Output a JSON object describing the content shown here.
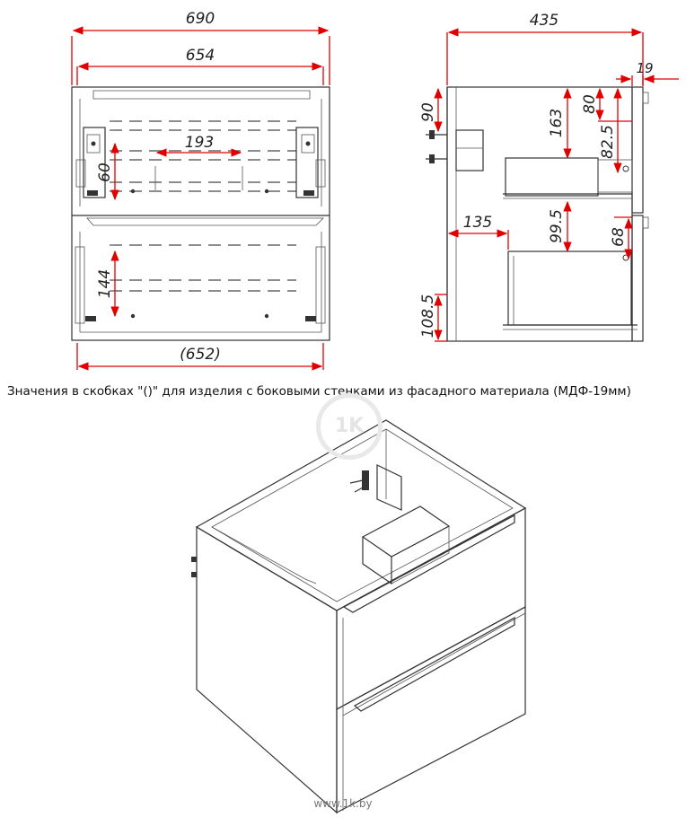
{
  "front_view": {
    "dims": {
      "overall_width": "690",
      "body_width": "654",
      "bracket_spacing": "193",
      "bracket_height": "60",
      "lower_hole_height": "144",
      "alt_width": "(652)"
    }
  },
  "side_view": {
    "dims": {
      "depth": "435",
      "front_thickness": "19",
      "top_offset": "90",
      "drawer1_height": "163",
      "handle_offset": "80",
      "handle_to_slot": "82.5",
      "rear_gap": "135",
      "drawer2_top": "99.5",
      "handle2_offset": "68",
      "bottom_offset": "108.5"
    }
  },
  "note": "Значения в скобках \"()\" для изделия с боковыми стенками из фасадного материала (МДФ-19мм)",
  "watermark": "1K",
  "credit": "www.1k.by"
}
